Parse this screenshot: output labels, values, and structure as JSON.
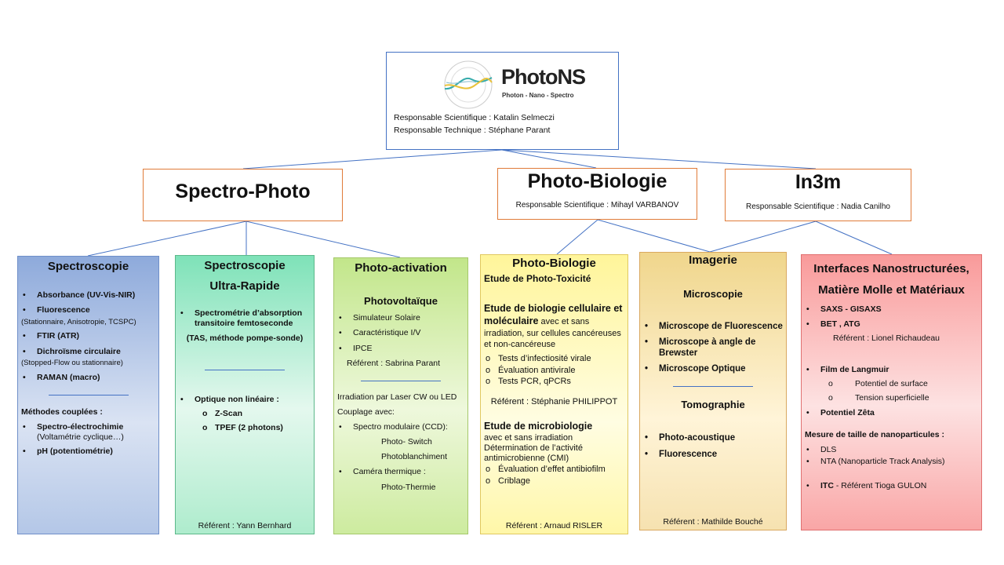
{
  "header": {
    "logo_title": "PhotoNS",
    "logo_subtitle": "Photon - Nano - Spectro",
    "resp_sci": "Responsable Scientifique : Katalin Selmeczi",
    "resp_tech": "Responsable Technique : Stéphane Parant"
  },
  "groups": [
    {
      "name": "Spectro-Photo"
    },
    {
      "name": "Photo-Biologie",
      "resp": "Responsable Scientifique : Mihayl VARBANOV"
    },
    {
      "name": "In3m",
      "resp": "Responsable Scientifique : Nadia Canilho"
    }
  ],
  "spectro": {
    "title": "Spectroscopie",
    "items": [
      "Absorbance (UV-Vis-NIR)",
      "Fluorescence",
      "(Stationnaire, Anisotropie, TCSPC)",
      "FTIR (ATR)",
      "Dichroïsme circulaire",
      "(Stopped-Flow ou stationnaire)",
      "RAMAN (macro)"
    ],
    "coupled_title": "Méthodes couplées :",
    "coupled": [
      "Spectro-électrochimie",
      "(Voltamétrie cyclique…)",
      "pH (potentiométrie)"
    ]
  },
  "ultra": {
    "title1": "Spectroscopie",
    "title2": "Ultra-Rapide",
    "item1": "Spectrométrie d’absorption transitoire femtoseconde",
    "item1_note": "(TAS, méthode pompe-sonde)",
    "item2": "Optique non linéaire :",
    "subs": [
      "Z-Scan",
      "TPEF (2 photons)"
    ],
    "ref": "Référent : Yann Bernhard"
  },
  "activation": {
    "title": "Photo-activation",
    "sub": "Photovoltaïque",
    "items": [
      "Simulateur Solaire",
      "Caractéristique I/V",
      "IPCE"
    ],
    "ref": "Référent : Sabrina Parant",
    "irr": "Irradiation par Laser CW ou LED",
    "coupling": "Couplage avec:",
    "c1": "Spectro modulaire (CCD):",
    "c1subs": [
      "Photo- Switch",
      "Photoblanchiment"
    ],
    "c2": "Caméra thermique :",
    "c2sub": "Photo-Thermie"
  },
  "photobio": {
    "title": "Photo-Biologie",
    "tox": "Etude de Photo-Toxicité",
    "cell_bold": "Etude de biologie cellulaire et moléculaire",
    "cell_rest": " avec et sans irradiation, sur cellules cancéreuses et non-cancéreuse",
    "cell_items": [
      "Tests d’infectiosité virale",
      "Évaluation antivirale",
      "Tests PCR, qPCRs"
    ],
    "ref1": "Référent : Stéphanie PHILIPPOT",
    "micro": "Etude de microbiologie",
    "micro_l1": "avec et sans irradiation",
    "micro_l2": "Détermination de l’activité antimicrobienne (CMI)",
    "micro_items": [
      "Évaluation d’effet antibiofilm",
      "Criblage"
    ],
    "ref2": "Référent : Arnaud RISLER"
  },
  "imagerie": {
    "title": "Imagerie",
    "sub1": "Microscopie",
    "items1": [
      "Microscope de Fluorescence",
      "Microscope à angle de Brewster",
      "Microscope Optique"
    ],
    "sub2": "Tomographie",
    "items2": [
      "Photo-acoustique",
      "Fluorescence"
    ],
    "ref": "Référent : Mathilde Bouché"
  },
  "interfaces": {
    "title": "Interfaces Nanostructurées, Matière Molle et Matériaux",
    "items1": [
      "SAXS - GISAXS",
      "BET , ATG"
    ],
    "ref1": "Référent : Lionel Richaudeau",
    "langmuir": "Film de Langmuir",
    "langmuir_subs": [
      "Potentiel de surface",
      "Tension superficielle"
    ],
    "zeta": "Potentiel Zêta",
    "size_title": "Mesure de taille de nanoparticules :",
    "size_items": [
      "DLS",
      "NTA (Nanoparticle Track Analysis)"
    ],
    "itc": "ITC",
    "itc_ref": " - Référent Tioga GULON"
  }
}
